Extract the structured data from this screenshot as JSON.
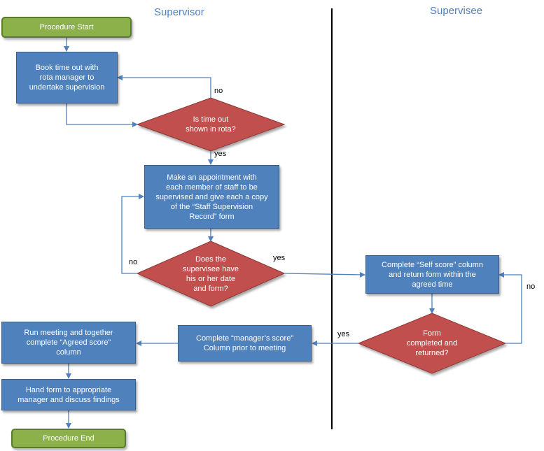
{
  "lanes": {
    "left": "Supervisor",
    "right": "Supervisee"
  },
  "nodes": {
    "start": "Procedure Start",
    "book": "Book time out with\nrota manager to\nundertake supervision",
    "timeout": "Is time out\nshown in rota?",
    "appointment": "Make an appointment with\neach member of staff to be\nsupervised and give each a copy\nof the “Staff Supervision\nRecord” form",
    "has_form": "Does the\nsupervisee have\nhis or her date\nand form?",
    "self_score": "Complete “Self score” column\nand return form within the\nagreed time",
    "form_done": "Form\ncompleted and\nreturned?",
    "manager_score": "Complete “manager’s score”\nColumn prior to meeting",
    "run_meeting": "Run meeting and together\ncomplete “Agreed score”\ncolumn",
    "hand_form": "Hand form to appropriate\nmanager and discuss findings",
    "end": "Procedure End"
  },
  "edge_labels": {
    "timeout_no": "no",
    "timeout_yes": "yes",
    "has_form_no": "no",
    "has_form_yes": "yes",
    "form_done_no": "no",
    "form_done_yes": "yes"
  },
  "colors": {
    "process": "#4f81bd",
    "decision": "#c0504d",
    "terminator": "#8cb04a",
    "lane_title": "#4f81bd",
    "connector": "#4f81bd"
  }
}
